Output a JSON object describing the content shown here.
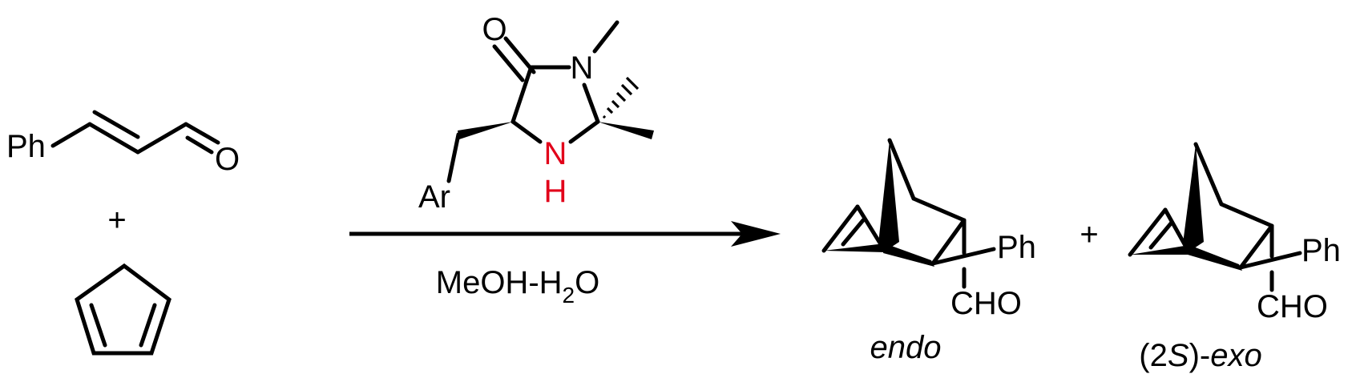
{
  "scheme": {
    "reactant_1": {
      "ph_label": "Ph",
      "o_label": "O"
    },
    "plus_left": "+",
    "catalyst": {
      "o_label": "O",
      "n_methyl_label": "N",
      "nh_n_label": "N",
      "nh_h_label": "H",
      "ar_label": "Ar"
    },
    "conditions": {
      "solvent_main": "MeOH-H",
      "solvent_sub": "2",
      "solvent_tail": "O"
    },
    "product_endo": {
      "ph_label": "Ph",
      "cho_label": "CHO",
      "caption": "endo"
    },
    "plus_right": "+",
    "product_exo": {
      "ph_label": "Ph",
      "cho_label": "CHO",
      "caption_prefix": "(2",
      "caption_s": "S",
      "caption_paren": ")-",
      "caption_exo": "exo"
    },
    "colors": {
      "heteroatom_highlight": "#e2001a",
      "ink": "#000000"
    }
  }
}
